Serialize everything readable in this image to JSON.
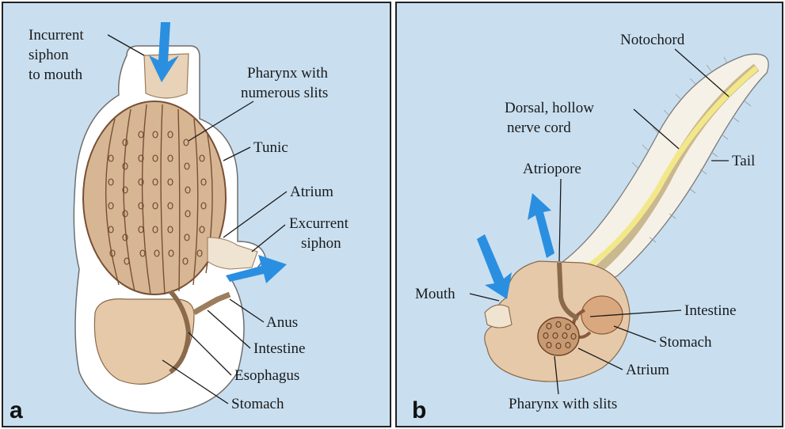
{
  "panel_a": {
    "letter": "a",
    "labels": {
      "incurrent_1": "Incurrent",
      "incurrent_2": "siphon",
      "incurrent_3": "to mouth",
      "pharynx_1": "Pharynx with",
      "pharynx_2": "numerous slits",
      "tunic": "Tunic",
      "atrium": "Atrium",
      "excurrent_1": "Excurrent",
      "excurrent_2": "siphon",
      "anus": "Anus",
      "intestine": "Intestine",
      "esophagus": "Esophagus",
      "stomach": "Stomach"
    }
  },
  "panel_b": {
    "letter": "b",
    "labels": {
      "notochord": "Notochord",
      "dorsal_1": "Dorsal, hollow",
      "dorsal_2": "nerve cord",
      "atriopore": "Atriopore",
      "tail": "Tail",
      "mouth": "Mouth",
      "intestine": "Intestine",
      "stomach": "Stomach",
      "atrium": "Atrium",
      "pharynx": "Pharynx with slits"
    }
  },
  "colors": {
    "background": "#c9dff0",
    "tissue": "#e6c9a8",
    "pharynx": "#b58a66",
    "arrow": "#2a8fe0",
    "nerve_cord": "#f2e88a"
  }
}
